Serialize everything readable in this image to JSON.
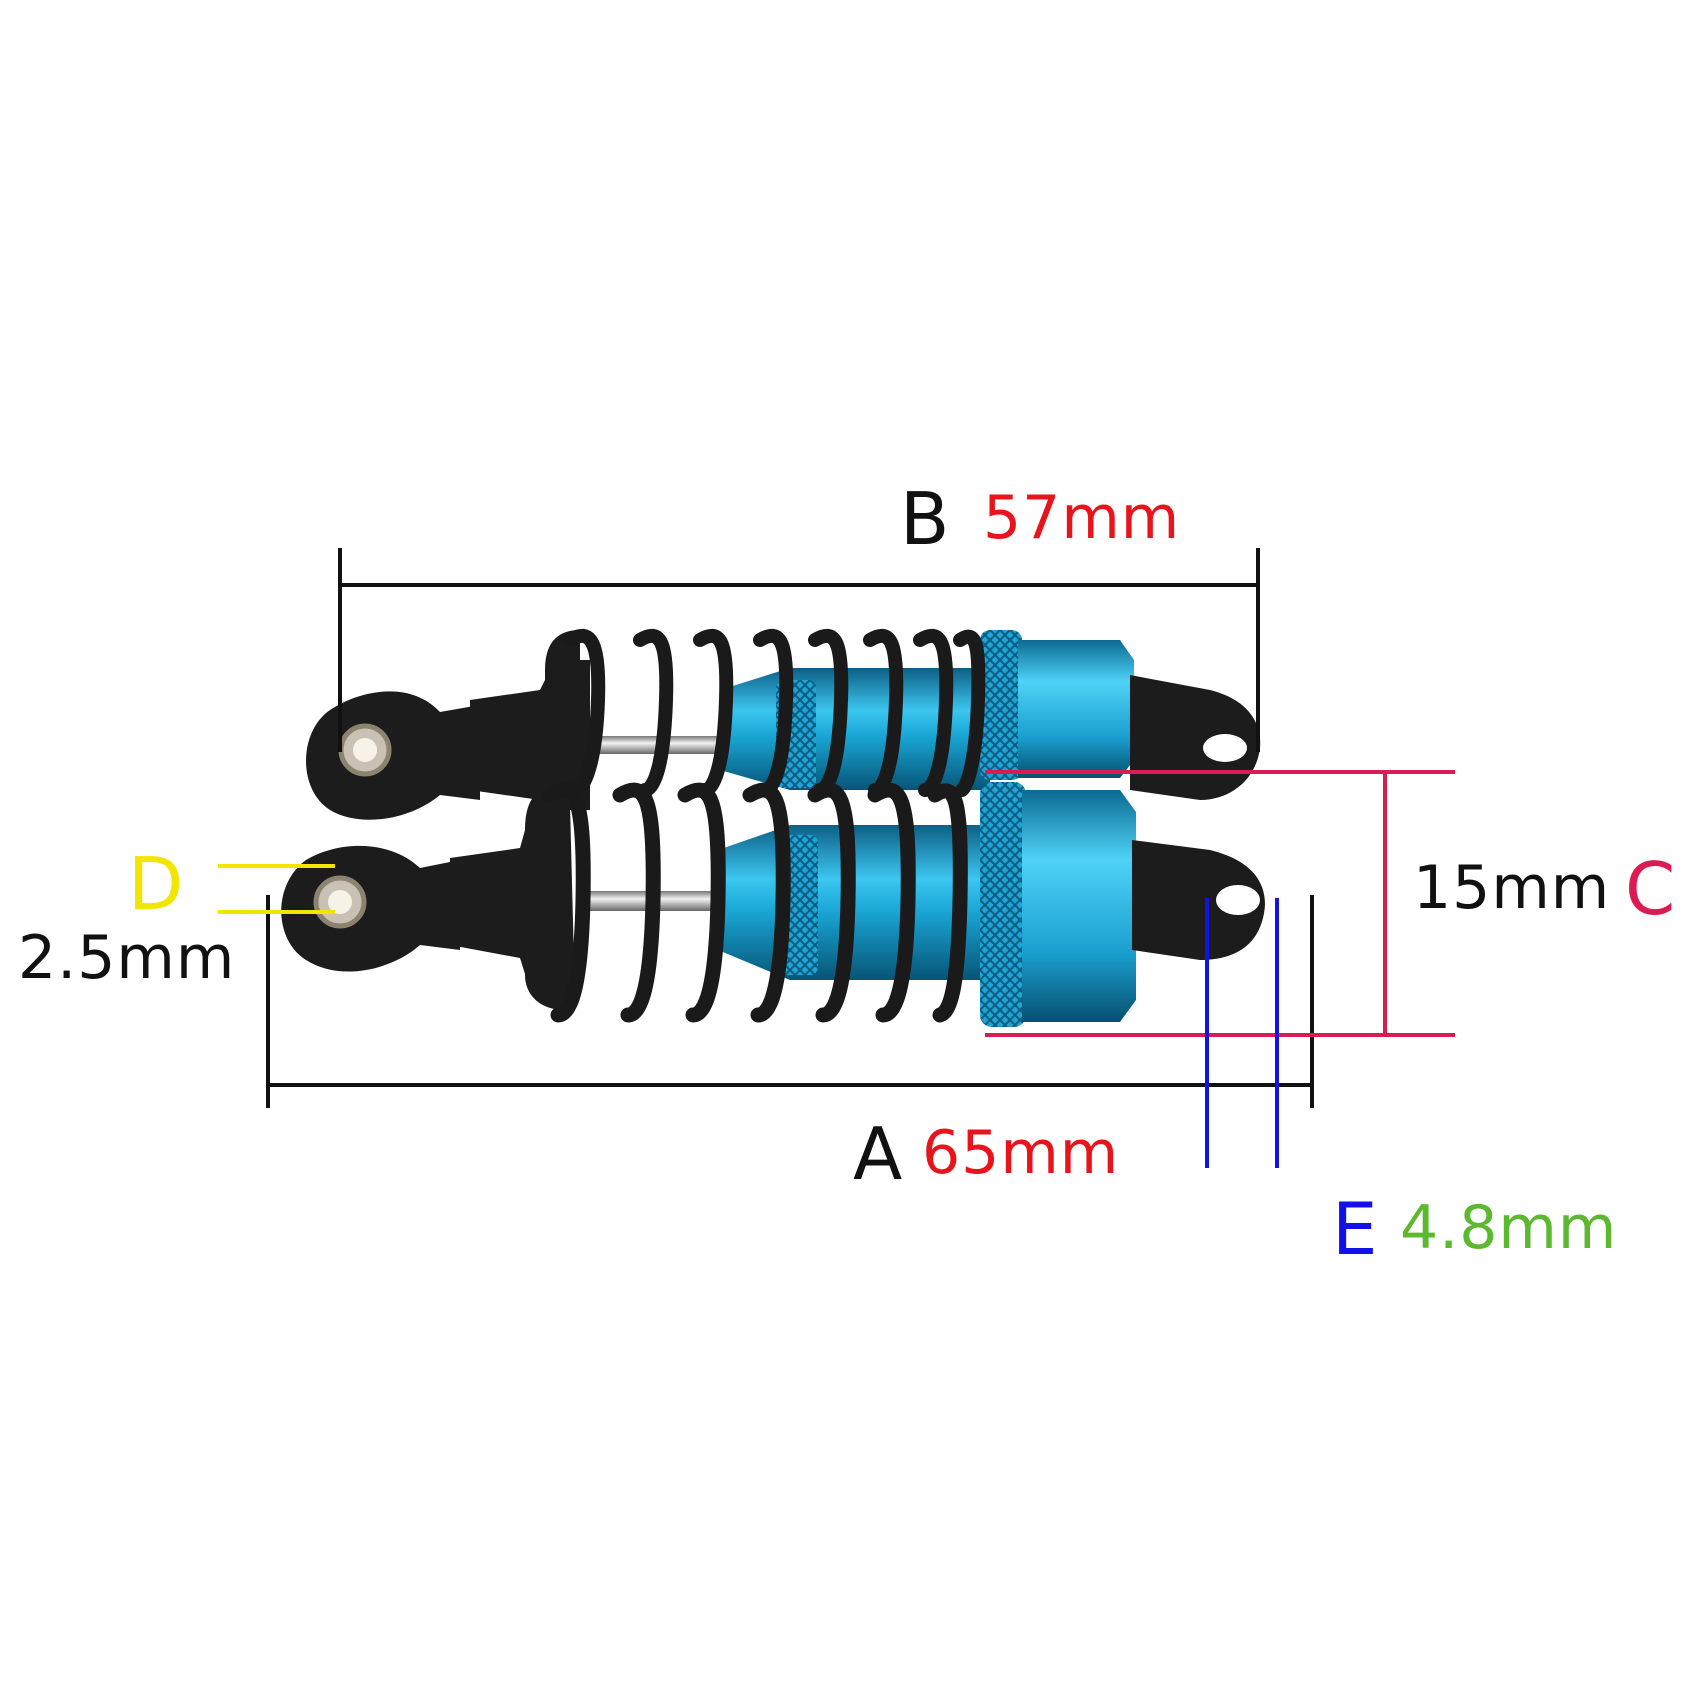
{
  "colors": {
    "letter_black": "#111111",
    "value_red": "#e8141c",
    "c_crimson": "#d91d52",
    "d_yellow": "#f2e600",
    "e_blue": "#1212e6",
    "e_value_green": "#5cb82e",
    "dimension_line": "#111111",
    "body_blue": "#1aa7d6",
    "rubber_black": "#1c1c1c"
  },
  "dimensions": {
    "a": {
      "letter": "A",
      "value": "65mm"
    },
    "b": {
      "letter": "B",
      "value": "57mm"
    },
    "c": {
      "letter": "C",
      "value": "15mm"
    },
    "d": {
      "letter": "D",
      "value": "2.5mm"
    },
    "e": {
      "letter": "E",
      "value": "4.8mm"
    }
  }
}
